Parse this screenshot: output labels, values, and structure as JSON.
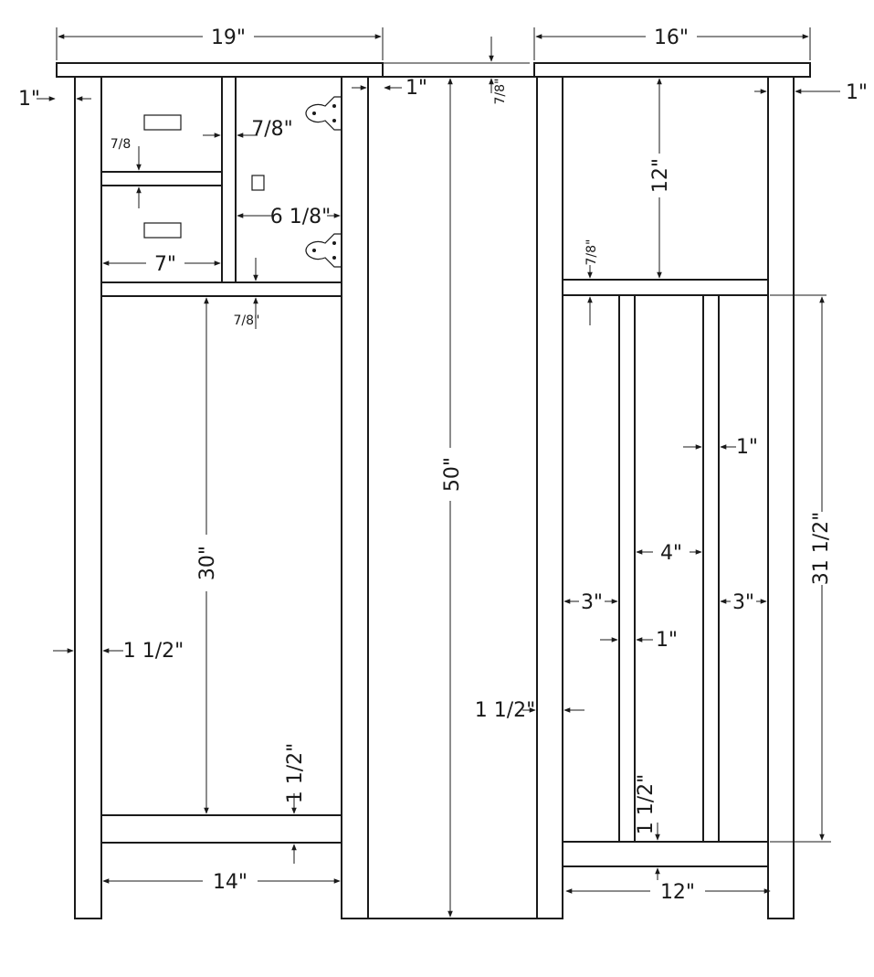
{
  "dimensions": {
    "top_width_left": "19\"",
    "top_width_right": "16\"",
    "overhang_left": "1\"",
    "overhang_mid": "1\"",
    "overhang_right": "1\"",
    "top_thickness": "7/8\"",
    "shelf_thickness_top_left": "7/8",
    "drawer_space": "7/8\"",
    "compartment_width": "6 1/8\"",
    "drawer_width": "7\"",
    "shelf_thickness_mid_left": "7/8\"",
    "height_total": "50\"",
    "door_height": "30\"",
    "stile_width_left": "1 1/2\"",
    "rail_width_left": "1 1/2\"",
    "opening_left": "14\"",
    "upper_opening_right": "12\"",
    "shelf_thickness_right": "7/8\"",
    "slat_width_a": "1\"",
    "slat_spacing_center": "4\"",
    "slat_spacing_left": "3\"",
    "slat_spacing_right": "3\"",
    "slat_width_b": "1\"",
    "stile_width_right": "1 1/2\"",
    "rail_width_right": "1 1/2\"",
    "door_height_right": "31 1/2\"",
    "opening_right": "12\""
  }
}
